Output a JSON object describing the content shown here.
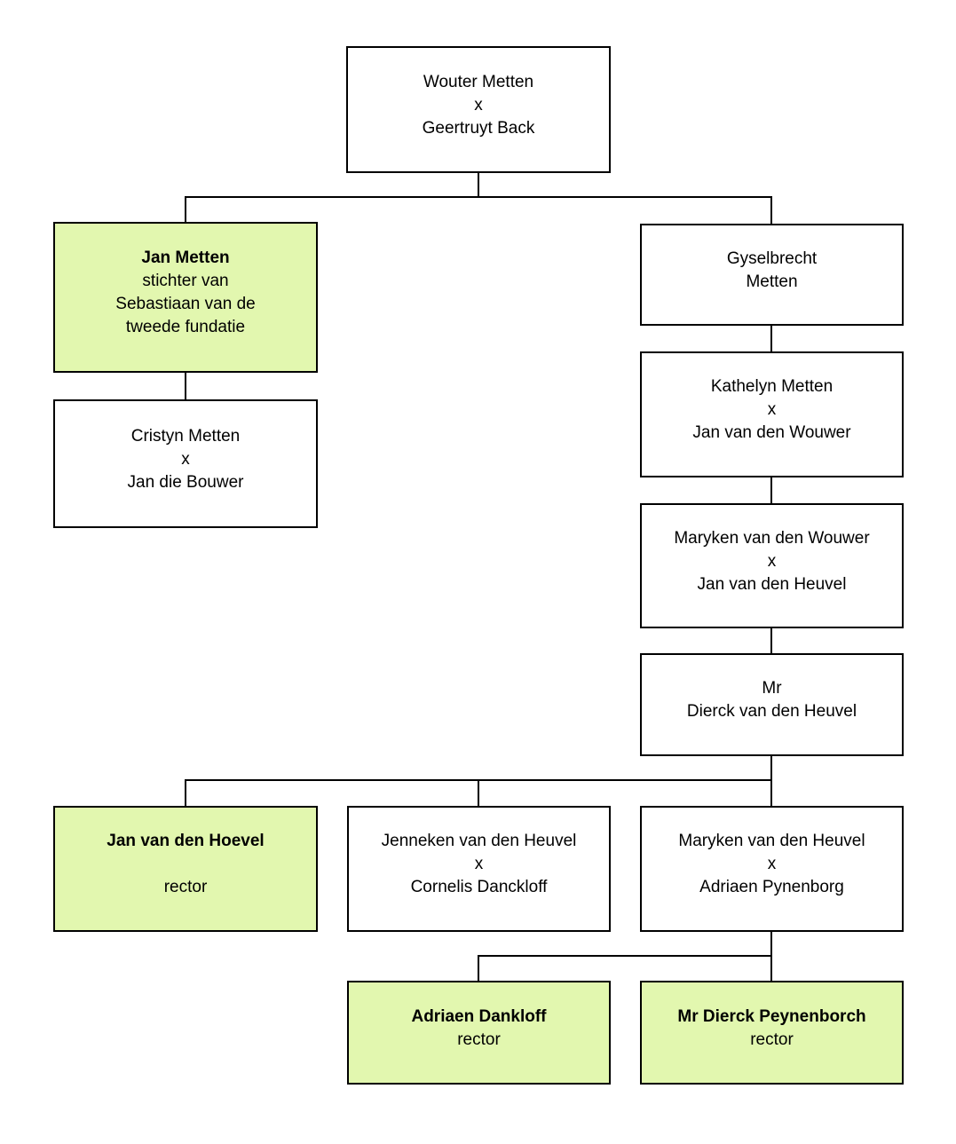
{
  "colors": {
    "highlight_fill": "#e2f7af",
    "line_color": "#000000",
    "background": "#ffffff"
  },
  "nodes": {
    "wouter": {
      "body": "Wouter Metten\nx\nGeertruyt Back"
    },
    "jan_metten": {
      "title": "Jan Metten",
      "body": "stichter van\nSebastiaan van de\ntweede fundatie",
      "highlighted": true
    },
    "cristyn": {
      "body": "Cristyn Metten\nx\nJan die Bouwer"
    },
    "gyselbrecht": {
      "body": "Gyselbrecht\nMetten"
    },
    "kathelyn": {
      "body": "Kathelyn Metten\nx\nJan van den Wouwer"
    },
    "maryken_wouwer": {
      "body": "Maryken van den Wouwer\nx\nJan van den Heuvel"
    },
    "dierck_heuvel": {
      "body": "Mr\nDierck van den Heuvel"
    },
    "jan_hoevel": {
      "title": "Jan van den Hoevel",
      "body": "\nrector",
      "highlighted": true
    },
    "jenneken": {
      "body": "Jenneken van den Heuvel\nx\nCornelis Danckloff"
    },
    "maryken_heuvel": {
      "body": "Maryken van den Heuvel\nx\nAdriaen Pynenborg"
    },
    "adriaen_dankloff": {
      "title": "Adriaen Dankloff",
      "body": "rector",
      "highlighted": true
    },
    "dierck_peynenborch": {
      "title": "Mr Dierck Peynenborch",
      "body": "rector",
      "highlighted": true
    }
  }
}
